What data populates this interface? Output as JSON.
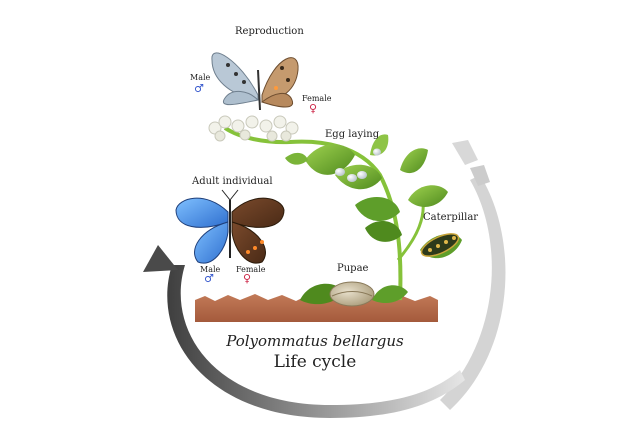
{
  "stages": {
    "reproduction": {
      "label": "Reproduction",
      "male_label": "Male",
      "female_label": "Female"
    },
    "egg_laying": {
      "label": "Egg laying"
    },
    "caterpillar": {
      "label": "Caterpillar"
    },
    "pupae": {
      "label": "Pupae"
    },
    "adult": {
      "label": "Adult individual",
      "male_label": "Male",
      "female_label": "Female"
    }
  },
  "symbols": {
    "male": "♂",
    "female": "♀"
  },
  "title": {
    "species": "Polyommatus bellargus",
    "subtitle": "Life cycle"
  },
  "colors": {
    "male_wing": "#4a90e0",
    "female_wing": "#6a3d22",
    "leaf": "#5e9e2a",
    "soil": "#b36a4a",
    "arrow_dark": "#555555",
    "arrow_light": "#dddddd"
  }
}
